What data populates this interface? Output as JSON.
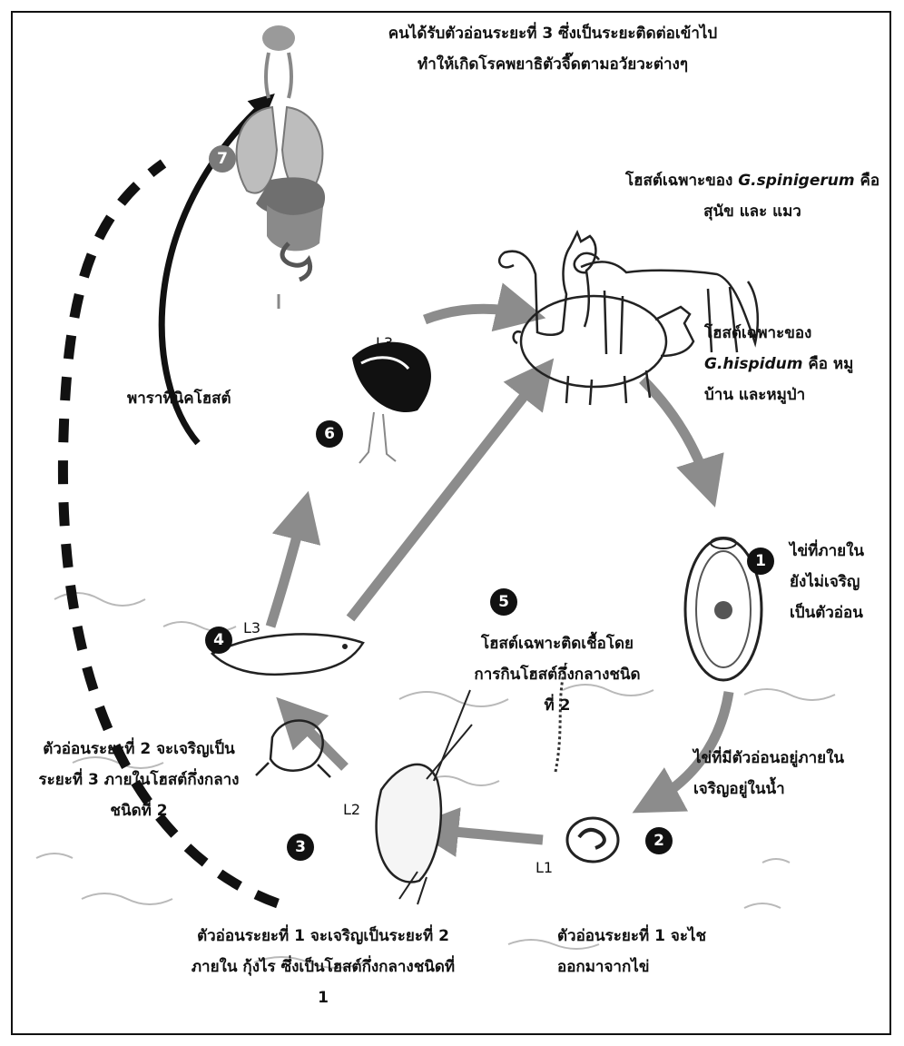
{
  "diagram": {
    "top_caption": "คนได้รับตัวอ่อนระยะที่ 3 ซึ่งเป็นระยะติดต่อเข้าไป ทำให้เกิดโรคพยาธิตัวจี๊ดตามอวัยวะต่างๆ",
    "definitive_host_1": {
      "prefix": "โฮสต์เฉพาะของ",
      "species": "G.spinigerum",
      "suffix": "คือ สุนัข และ แมว"
    },
    "paratenic_host": "พาราทีนิคโฮสต์",
    "definitive_host_2": {
      "prefix": "โฮสต์เฉพาะของ",
      "species": "G.hispidum",
      "suffix": "คือ หมูบ้าน และหมูป่า"
    },
    "egg_unembryonated": "ไข่ที่ภายในยังไม่เจริญเป็นตัวอ่อน",
    "infection_via_host": "โฮสต์เฉพาะติดเชื้อโดยการกินโฮสต์กึ่งกลางชนิดที่ 2",
    "second_stage_note": "ตัวอ่อนระยะที่ 2 จะเจริญเป็นระยะที่ 3 ภายในโฮสต์กึ่งกลางชนิดที่ 2",
    "egg_embryonated": "ไข่ที่มีตัวอ่อนอยู่ภายในเจริญอยู่ในน้ำ",
    "first_stage_note": "ตัวอ่อนระยะที่ 1 จะเจริญเป็นระยะที่ 2 ภายใน กุ้งไร ซึ่งเป็นโฮสต์กึ่งกลางชนิดที่ 1",
    "hatch_note": "ตัวอ่อนระยะที่ 1 จะไชออกมาจากไข่",
    "larva_labels": {
      "l1": "L1",
      "l2": "L2",
      "l3_fish": "L3",
      "l3_bird": "L3"
    },
    "steps": [
      "1",
      "2",
      "3",
      "4",
      "5",
      "6",
      "7"
    ]
  }
}
